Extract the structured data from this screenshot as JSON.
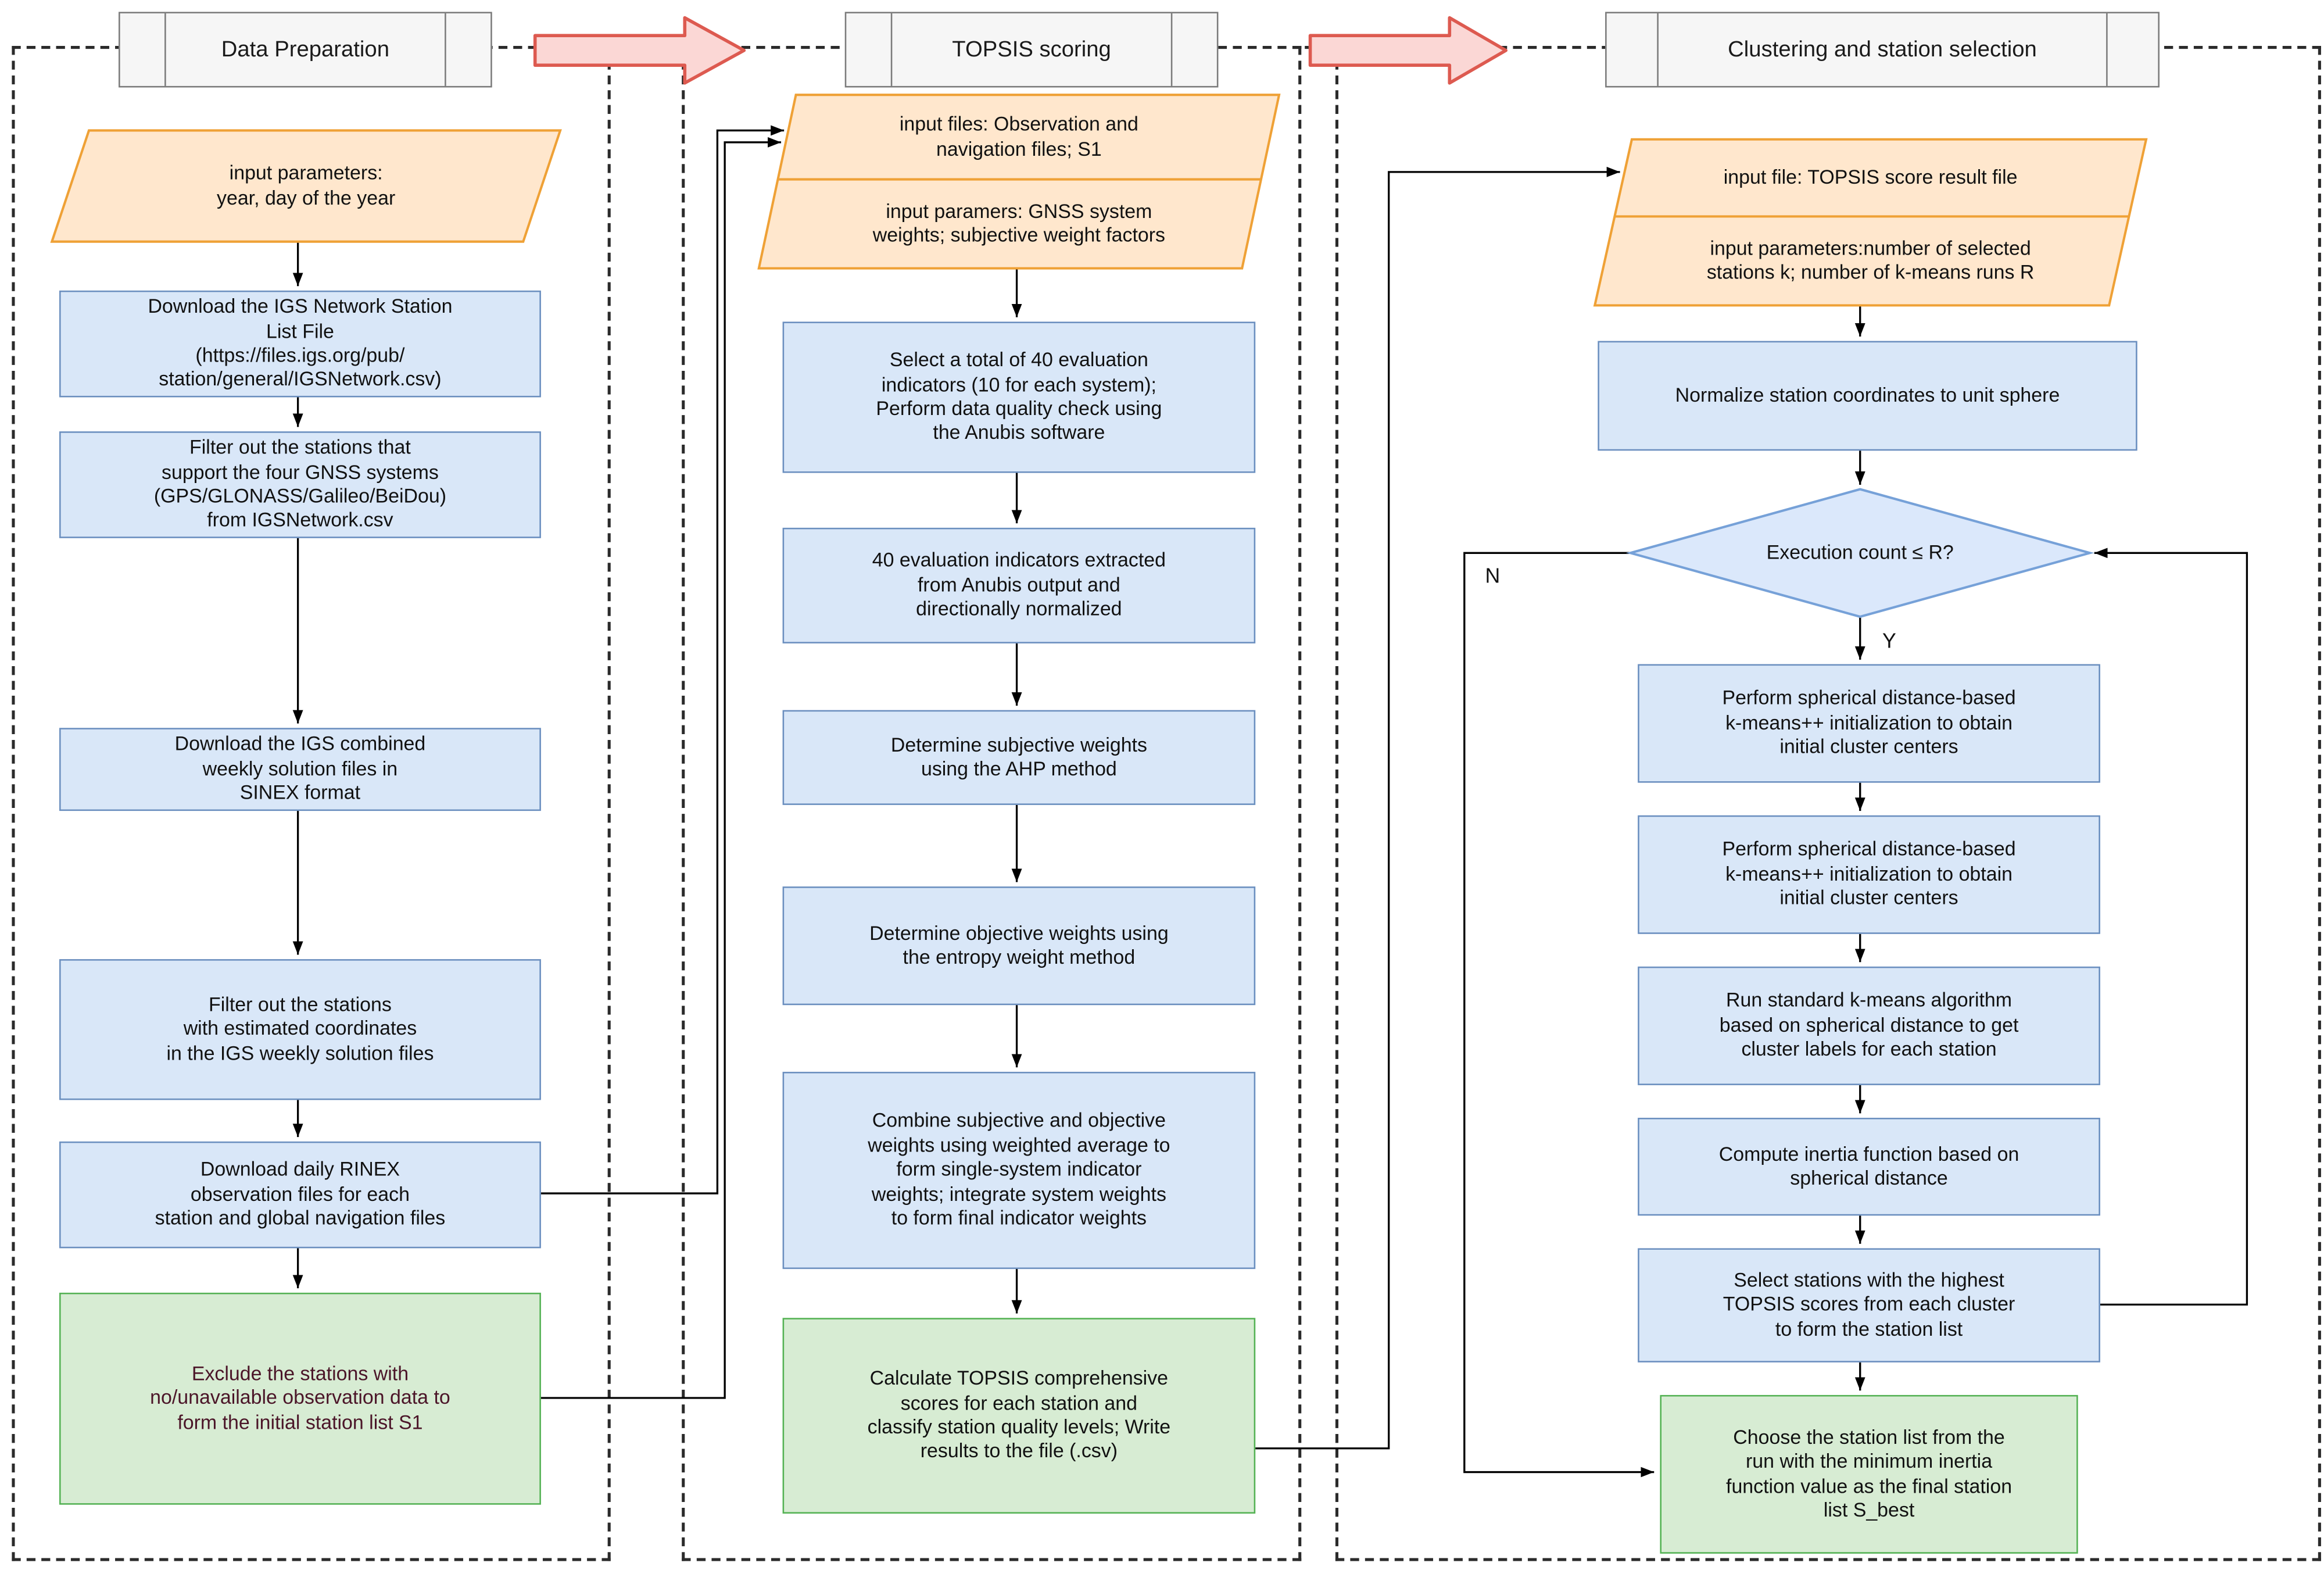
{
  "figure": {
    "sections": [
      {
        "title": "Data Preparation"
      },
      {
        "title": "TOPSIS scoring"
      },
      {
        "title": "Clustering and station selection"
      }
    ],
    "col1": {
      "input": "input parameters:\nyear, day of the year",
      "b1": "Download the IGS Network Station\nList File\n(https://files.igs.org/pub/\nstation/general/IGSNetwork.csv)",
      "b2": "Filter out the stations that\nsupport the four GNSS systems\n(GPS/GLONASS/Galileo/BeiDou)\nfrom IGSNetwork.csv",
      "b3": "Download the IGS combined\nweekly solution files in\nSINEX format",
      "b4": "Filter out the stations\nwith estimated coordinates\nin the IGS weekly solution files",
      "b5": "Download daily RINEX\nobservation files for each\nstation and global navigation files",
      "g1": "Exclude the stations with\nno/unavailable observation data to\nform the initial station list S1"
    },
    "col2": {
      "input_files": "input files: Observation and\nnavigation files; S1",
      "input_params": "input paramers: GNSS system\nweights; subjective weight factors",
      "b1": "Select a total of 40 evaluation\nindicators (10 for each system);\nPerform data quality check using\nthe Anubis software",
      "b2": "40 evaluation indicators extracted\nfrom Anubis output and\ndirectionally normalized",
      "b3": "Determine subjective weights\nusing the AHP method",
      "b4": "Determine objective weights using\nthe entropy weight method",
      "b5": "Combine subjective and objective\nweights using weighted average to\nform single-system indicator\nweights; integrate system weights\nto form final indicator weights",
      "g2": "Calculate TOPSIS comprehensive\nscores for each station and\nclassify station quality levels; Write\nresults to the file (.csv)"
    },
    "col3": {
      "input_file": "input file: TOPSIS score result file",
      "input_params": "input parameters:number of selected\nstations k; number of k-means runs R",
      "b1": "Normalize station coordinates to unit sphere",
      "decision": "Execution count ≤ R?",
      "b2": "Perform spherical distance-based\nk-means++ initialization to obtain\ninitial cluster centers",
      "b3": "Perform spherical distance-based\nk-means++ initialization to obtain\ninitial cluster centers",
      "b4": "Run standard k-means algorithm\nbased on spherical distance to get\ncluster labels for each station",
      "b5": "Compute inertia function based on\nspherical distance",
      "b6": "Select stations with the highest\nTOPSIS scores from each cluster\nto form the station list",
      "g3": "Choose the station list from the\nrun with the minimum inertia\nfunction value as the final station\nlist S_best"
    },
    "decision_labels": {
      "yes": "Y",
      "no": "N"
    },
    "colors": {
      "process_fill": "#d9e7f8",
      "process_stroke": "#6b8fbf",
      "result_fill": "#d7ecd3",
      "result_stroke": "#54b254",
      "result_text_dark": "#4b1528",
      "io_fill": "#ffe7cd",
      "io_stroke": "#efa136",
      "section_arrow_fill": "#fbd7d5",
      "section_arrow_stroke": "#dd5a50",
      "header_fill": "#f6f6f6",
      "decision_fill": "#dbe8fb",
      "decision_stroke": "#76a1d8"
    }
  }
}
